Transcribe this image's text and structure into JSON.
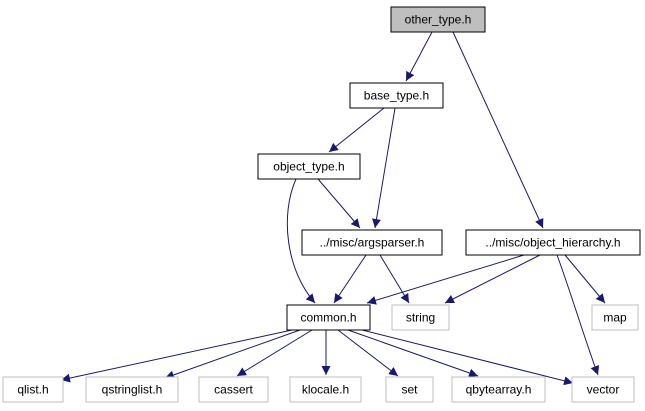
{
  "diagram": {
    "edge_color": "#191970",
    "nodes": [
      {
        "id": "other_type",
        "label": "other_type.h",
        "kind": "focus"
      },
      {
        "id": "base_type",
        "label": "base_type.h",
        "kind": "internal"
      },
      {
        "id": "object_type",
        "label": "object_type.h",
        "kind": "internal"
      },
      {
        "id": "argsparser",
        "label": "../misc/argsparser.h",
        "kind": "internal"
      },
      {
        "id": "object_hierarchy",
        "label": "../misc/object_hierarchy.h",
        "kind": "internal"
      },
      {
        "id": "common",
        "label": "common.h",
        "kind": "internal"
      },
      {
        "id": "string",
        "label": "string",
        "kind": "external"
      },
      {
        "id": "map",
        "label": "map",
        "kind": "external"
      },
      {
        "id": "qlist",
        "label": "qlist.h",
        "kind": "external"
      },
      {
        "id": "qstringlist",
        "label": "qstringlist.h",
        "kind": "external"
      },
      {
        "id": "cassert",
        "label": "cassert",
        "kind": "external"
      },
      {
        "id": "klocale",
        "label": "klocale.h",
        "kind": "external"
      },
      {
        "id": "set",
        "label": "set",
        "kind": "external"
      },
      {
        "id": "qbytearray",
        "label": "qbytearray.h",
        "kind": "external"
      },
      {
        "id": "vector",
        "label": "vector",
        "kind": "external"
      }
    ],
    "edges": [
      {
        "from": "other_type",
        "to": "base_type"
      },
      {
        "from": "other_type",
        "to": "object_hierarchy"
      },
      {
        "from": "base_type",
        "to": "object_type"
      },
      {
        "from": "base_type",
        "to": "argsparser"
      },
      {
        "from": "object_type",
        "to": "argsparser"
      },
      {
        "from": "object_type",
        "to": "common"
      },
      {
        "from": "argsparser",
        "to": "common"
      },
      {
        "from": "argsparser",
        "to": "string"
      },
      {
        "from": "object_hierarchy",
        "to": "common"
      },
      {
        "from": "object_hierarchy",
        "to": "string"
      },
      {
        "from": "object_hierarchy",
        "to": "map"
      },
      {
        "from": "object_hierarchy",
        "to": "vector"
      },
      {
        "from": "common",
        "to": "qlist"
      },
      {
        "from": "common",
        "to": "qstringlist"
      },
      {
        "from": "common",
        "to": "cassert"
      },
      {
        "from": "common",
        "to": "klocale"
      },
      {
        "from": "common",
        "to": "set"
      },
      {
        "from": "common",
        "to": "qbytearray"
      },
      {
        "from": "common",
        "to": "vector"
      }
    ]
  }
}
